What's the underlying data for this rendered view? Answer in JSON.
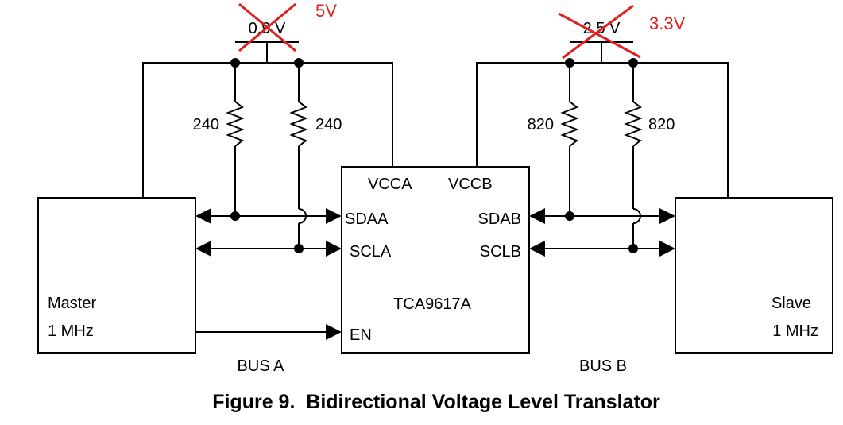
{
  "supply_a": {
    "original_voltage": "0.9 V",
    "annotated_voltage": "5V"
  },
  "supply_b": {
    "original_voltage": "2.5 V",
    "annotated_voltage": "3.3V"
  },
  "resistors": {
    "bus_a_sda": "240",
    "bus_a_scl": "240",
    "bus_b_sda": "820",
    "bus_b_scl": "820"
  },
  "master": {
    "name": "Master",
    "speed": "1 MHz"
  },
  "slave": {
    "name": "Slave",
    "speed": "1 MHz"
  },
  "chip": {
    "part": "TCA9617A",
    "pins": {
      "vcca": "VCCA",
      "vccb": "VCCB",
      "sdaa": "SDAA",
      "scla": "SCLA",
      "sdab": "SDAB",
      "sclb": "SCLB",
      "en": "EN"
    }
  },
  "bus_labels": {
    "a": "BUS A",
    "b": "BUS B"
  },
  "caption": "Figure 9.  Bidirectional Voltage Level Translator",
  "colors": {
    "annotation": "#e02020",
    "wire": "#000000"
  }
}
